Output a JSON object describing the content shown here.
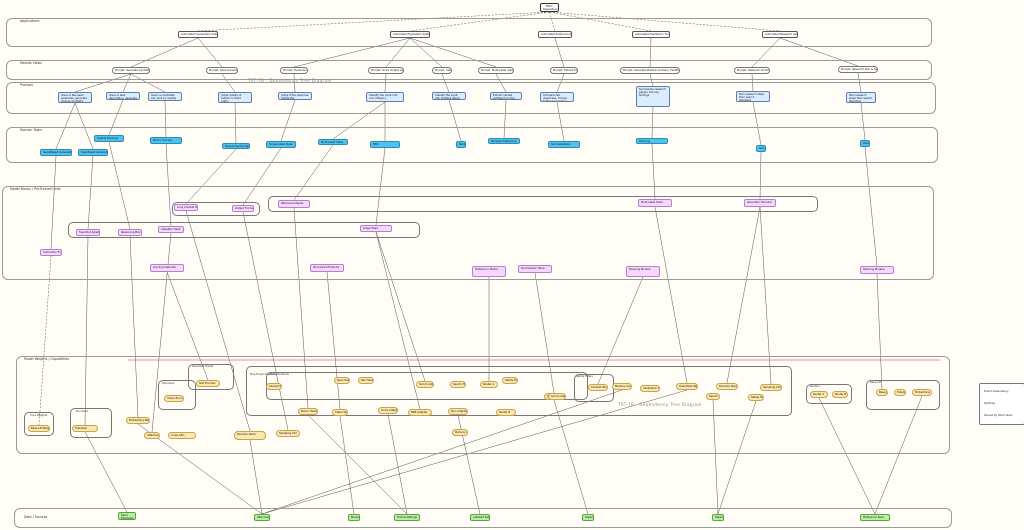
{
  "root": "TRT-7-Dependency Tree",
  "lanes": [
    {
      "key": "applications",
      "title": "Applications"
    },
    {
      "key": "module_views",
      "title": "Module Views"
    },
    {
      "key": "prompts",
      "title": "Prompts"
    },
    {
      "key": "domain_tasks",
      "title": "Domain Tasks"
    },
    {
      "key": "model_blocks",
      "title": "Model Blocks / Pre-Trained Units"
    },
    {
      "key": "model_weights",
      "title": "Model Weights / Capabilities"
    },
    {
      "key": "data",
      "title": "Data / Sources"
    }
  ],
  "applications": [
    "Automated Generation Suite (module)",
    "Automated Evaluation System (module)",
    "Automated Data Annotation",
    "Automated Feedback / Tuning Service",
    "Automated Research Assistant"
  ],
  "module_views": [
    "Prompt: Generate Synthetic Data V1",
    "Prompt: Rank Generated Data",
    "Prompt: Evaluate Quality",
    "Prompt: Score Output Against Rubric",
    "Prompt: Classify",
    "Prompt: Multi-Label Classify",
    "Prompt: Extract Entities",
    "Prompt: Generate Preference Pairs / Feedback",
    "Prompt: Research Summarize",
    "Prompt: Research Plan & Search"
  ],
  "prompts": [
    "Given a few seed examples, generate diverse synthetic data samples",
    "Given a task description, generate samples",
    "Given a candidate set, rank by quality",
    "Judge quality of output on fixed rubric",
    "Judge if the response meets the requirement",
    "Classify the input into one category",
    "Classify the input into multiple labels",
    "Extract named entities from the text",
    "Compare two responses, choose better and explain why in detail with reasons",
    "Summarize research papers into key findings",
    "Plan research steps then search literature"
  ],
  "tasks": [
    "Seed-Based Generation",
    "Task-Based Generation",
    "Quality Ranking",
    "Rubric Scoring",
    "Requirement Judging",
    "Single-Label Class.",
    "Multi-Label Class.",
    "NER",
    "Pairwise Preference",
    "Summarization",
    "Planning"
  ],
  "blocks": [
    "Instruction Following",
    "Few-Shot Adapter",
    "Reasoning Block",
    "Classifier Head",
    "Long Context Reader",
    "Output Formatter",
    "Retrieval Adapter",
    "Judge Head",
    "Multi-Label Head",
    "Generator Decoder",
    "Scoring Calibrator",
    "Structured Extractor",
    "Preference Model",
    "Summarizer Head",
    "Planning Module"
  ],
  "capability_group_labels": [
    "Core Weights",
    "Encoders",
    "Decoders",
    "Specialist Heads",
    "Fine-Tuned Adapters",
    "Tool Interfaces",
    "Routers",
    "Base LM",
    "Safety Filters"
  ],
  "capabilities": [
    "Base LM Weights",
    "Tokenizer",
    "Embedding Table",
    "Attention Stack",
    "Vision Encoder",
    "Text Encoder",
    "Cross Attn",
    "Decoder Stack",
    "Causal Head",
    "Sampling Ctrl",
    "Rubric Head",
    "Class Head",
    "Span Head",
    "Pair Head",
    "Score Adapter",
    "NER Adapter",
    "Summ Adapter",
    "Plan Adapter",
    "Search Tool",
    "Router A",
    "Router B",
    "Safety Filter",
    "PII Filter",
    "Context Window Ext",
    "Memory Cache",
    "Calibration Set",
    "Quantized Weights"
  ],
  "data": [
    "Seed Examples Corpus",
    "Web Crawl",
    "Books",
    "Human Ratings",
    "Labelled Sets",
    "Papers",
    "Preference Pairs"
  ],
  "watermark": "TRT-7B - Dependency Tree Diagram",
  "legend": [
    "Direct dependency",
    "Optional",
    "Owned by other team"
  ],
  "colors": {
    "task": "#4ec3f0",
    "prompt": "#dcecff",
    "block": "#f6d8ff",
    "capability": "#fbe7b0",
    "data": "#b7f0a2",
    "edge": "#444444",
    "accent_edge": "#c0392b"
  }
}
